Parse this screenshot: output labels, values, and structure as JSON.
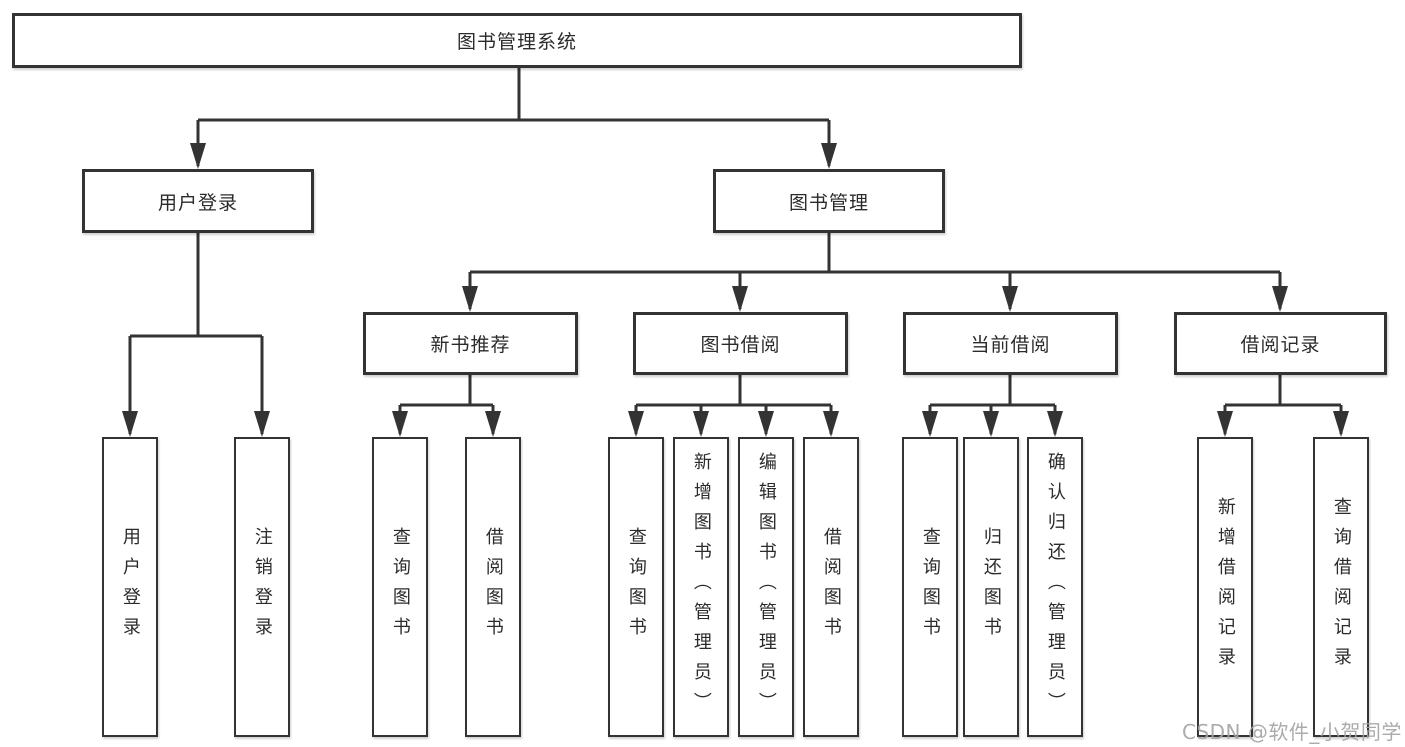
{
  "diagram": {
    "root": {
      "label": "图书管理系统"
    },
    "level2": [
      {
        "label": "用户登录"
      },
      {
        "label": "图书管理"
      }
    ],
    "level3": [
      {
        "label": "新书推荐"
      },
      {
        "label": "图书借阅"
      },
      {
        "label": "当前借阅"
      },
      {
        "label": "借阅记录"
      }
    ],
    "leaves": [
      {
        "label": "用户登录",
        "parent": "用户登录"
      },
      {
        "label": "注销登录",
        "parent": "用户登录"
      },
      {
        "label": "查询图书",
        "parent": "新书推荐"
      },
      {
        "label": "借阅图书",
        "parent": "新书推荐"
      },
      {
        "label": "查询图书",
        "parent": "图书借阅"
      },
      {
        "label": "新增图书（管理员）",
        "parent": "图书借阅"
      },
      {
        "label": "编辑图书（管理员）",
        "parent": "图书借阅"
      },
      {
        "label": "借阅图书",
        "parent": "图书借阅"
      },
      {
        "label": "查询图书",
        "parent": "当前借阅"
      },
      {
        "label": "归还图书",
        "parent": "当前借阅"
      },
      {
        "label": "确认归还（管理员）",
        "parent": "当前借阅"
      },
      {
        "label": "新增借阅记录",
        "parent": "借阅记录"
      },
      {
        "label": "查询借阅记录",
        "parent": "借阅记录"
      }
    ]
  },
  "watermark": {
    "text": "CSDN @软件_小贺同学"
  },
  "colors": {
    "line": "#333333",
    "box_border": "#333333",
    "box_fill": "#ffffff",
    "text": "#2b2b2b",
    "watermark": "#a4a4a4"
  }
}
